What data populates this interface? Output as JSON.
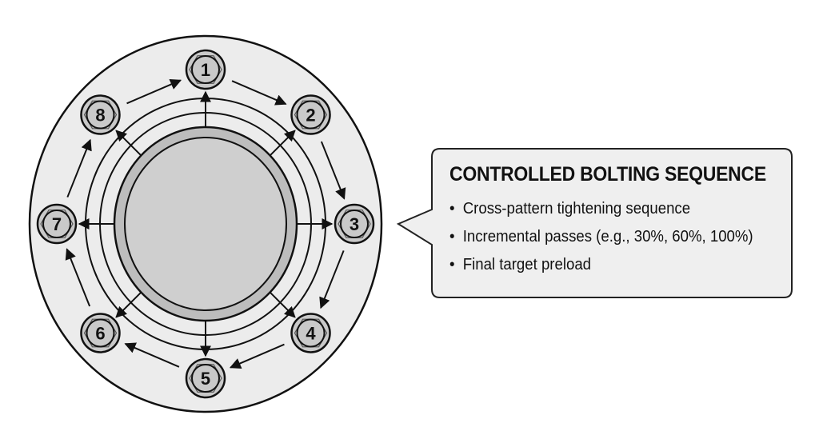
{
  "diagram": {
    "bolts": [
      "1",
      "2",
      "3",
      "4",
      "5",
      "6",
      "7",
      "8"
    ],
    "tightening_order": [
      1,
      2,
      3,
      4,
      5,
      6,
      7,
      8
    ]
  },
  "callout": {
    "title": "CONTROLLED BOLTING SEQUENCE",
    "items": [
      "Cross-pattern tightening sequence",
      "Incremental passes (e.g., 30%, 60%, 100%)",
      "Final target preload"
    ]
  },
  "colors": {
    "flange": "#ececec",
    "pipe": "#cfcfcf",
    "bolt": "#c9c9c9",
    "callout_bg": "#efefef",
    "stroke": "#111111"
  }
}
